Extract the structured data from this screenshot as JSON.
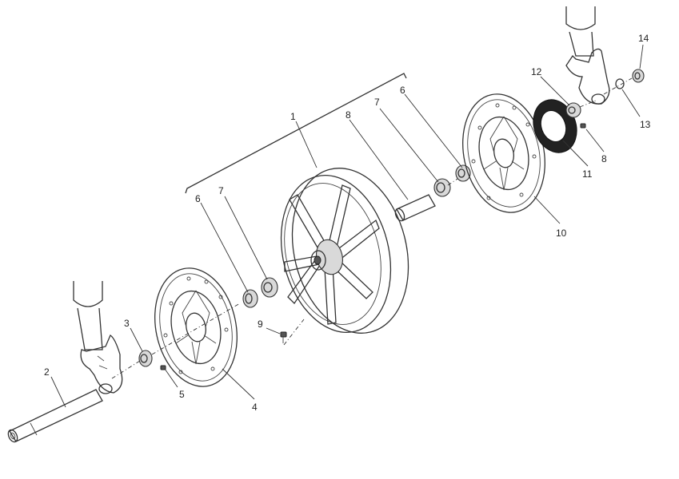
{
  "callouts": {
    "c1": "1",
    "c2": "2",
    "c3": "3",
    "c4": "4",
    "c5": "5",
    "c6a": "6",
    "c6b": "6",
    "c7a": "7",
    "c7b": "7",
    "c8a": "8",
    "c8b": "8",
    "c9": "9",
    "c10": "10",
    "c11": "11",
    "c12": "12",
    "c13": "13",
    "c14": "14"
  }
}
